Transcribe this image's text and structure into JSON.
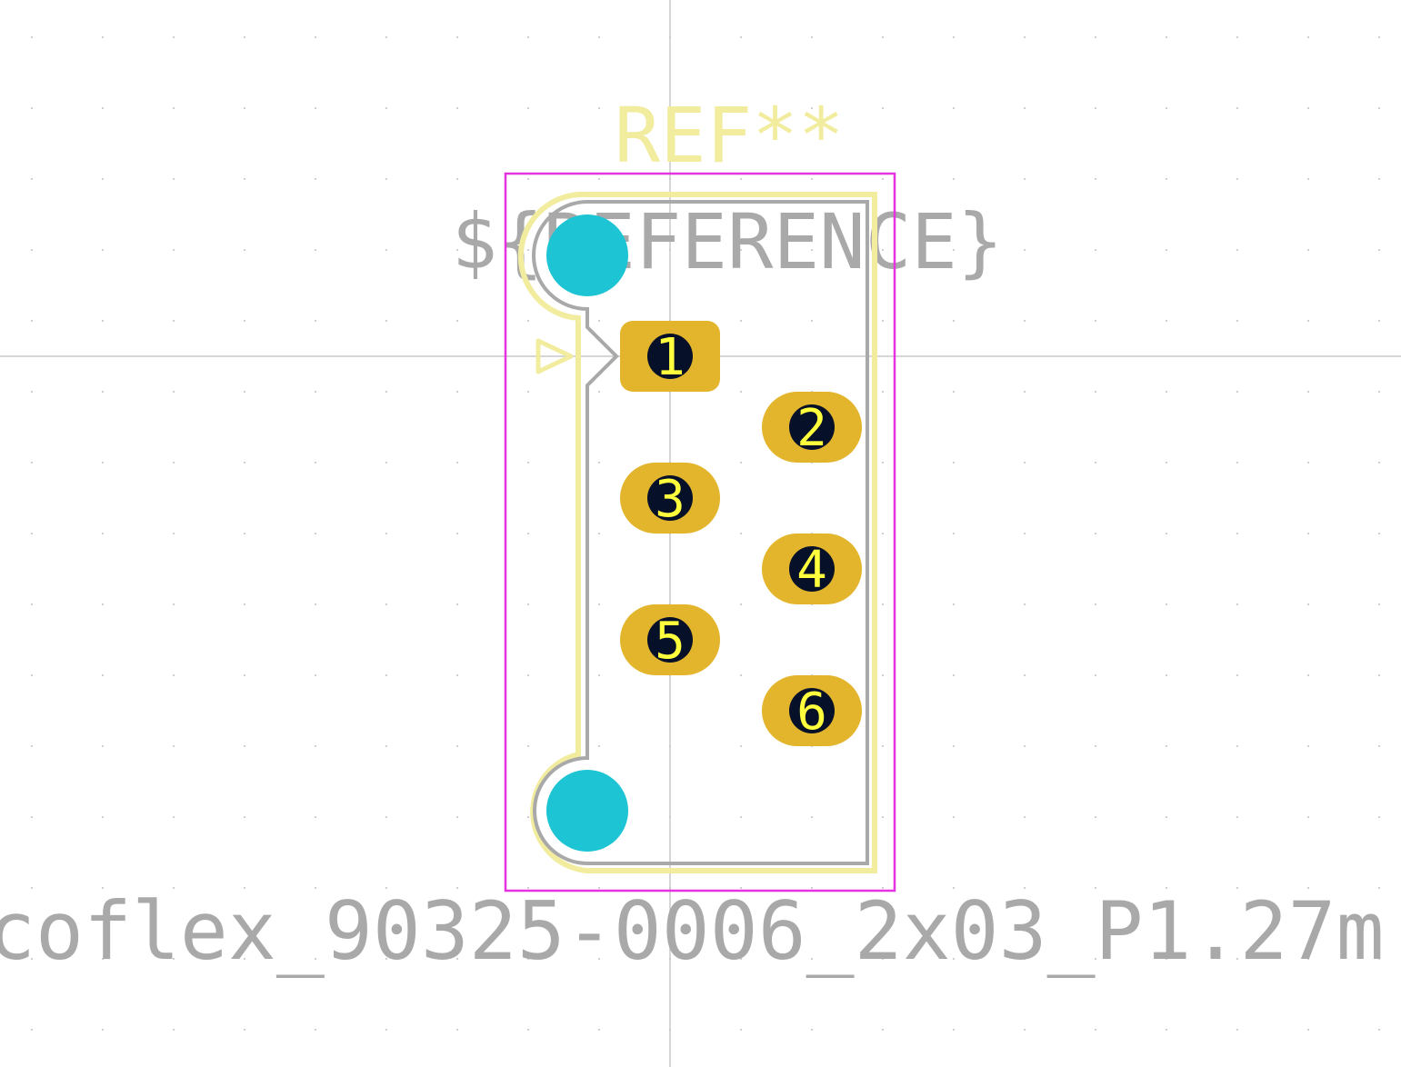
{
  "labels": {
    "ref": "REF**",
    "reference": "${REFERENCE}",
    "value": "coflex_90325-0006_2x03_P1.27m"
  },
  "pads": [
    {
      "number": "1",
      "shape": "roundrect"
    },
    {
      "number": "2",
      "shape": "oval"
    },
    {
      "number": "3",
      "shape": "oval"
    },
    {
      "number": "4",
      "shape": "oval"
    },
    {
      "number": "5",
      "shape": "oval"
    },
    {
      "number": "6",
      "shape": "oval"
    }
  ],
  "colors": {
    "background": "#ffffff",
    "grid": "#c8c8c8",
    "crosshair": "#c8c8c8",
    "silkscreen": "#f2ec9e",
    "fab": "#a9a9a9",
    "courtyard": "#e633e0",
    "pad": "#e3b52c",
    "drill": "#061028",
    "pad_number": "#ffff3d",
    "npth": "#1cc4d4"
  }
}
